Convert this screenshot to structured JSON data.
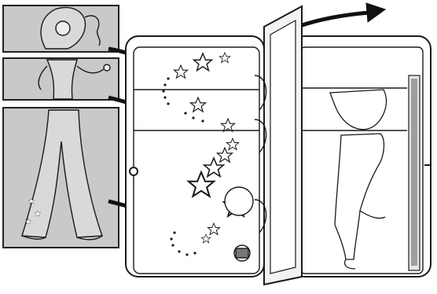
{
  "scene": {
    "description_tags": [
      "illustration",
      "manual-diagram",
      "wardrobe-stickers"
    ],
    "panels": [
      {
        "name": "head-panel"
      },
      {
        "name": "torso-panel"
      },
      {
        "name": "legs-panel"
      }
    ],
    "colors": {
      "panel_fill": "#c9c9c9",
      "ink": "#1a1a1a",
      "paper": "#ffffff"
    }
  }
}
